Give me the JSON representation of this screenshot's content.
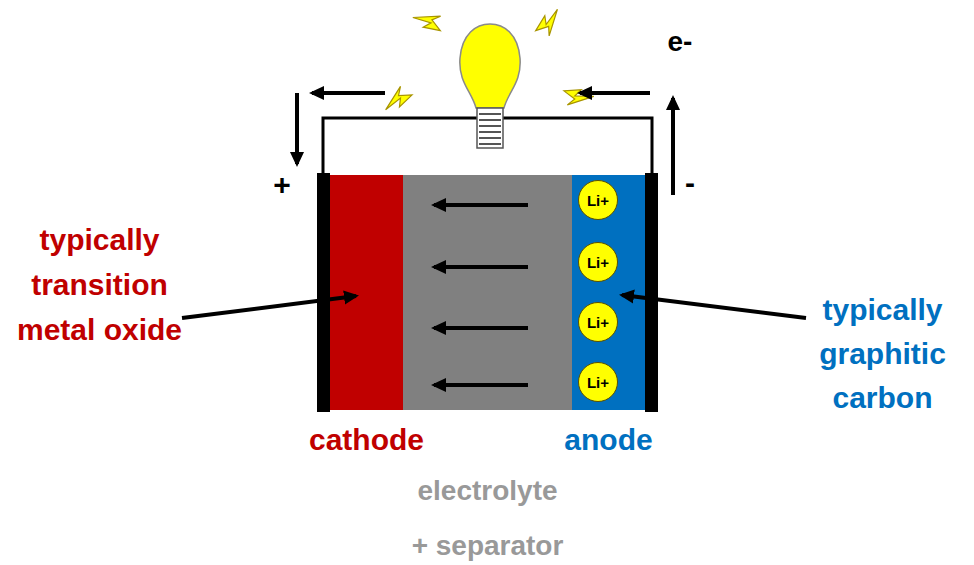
{
  "diagram": {
    "nodes": [
      {
        "text": [
          "cathode"
        ]
      },
      {
        "text": [
          "electrolyte + separator"
        ]
      },
      {
        "text": [
          "anode"
        ]
      },
      {
        "text": [
          "Li+"
        ],
        "in": 2
      },
      {
        "text": [
          "Li+"
        ],
        "in": 2
      },
      {
        "text": [
          "Li+"
        ],
        "in": 2
      },
      {
        "text": [
          "Li+"
        ],
        "in": 2
      }
    ],
    "labels": [
      "e-",
      "+",
      "-",
      "typically transition metal oxide",
      "typically graphitic carbon"
    ]
  }
}
